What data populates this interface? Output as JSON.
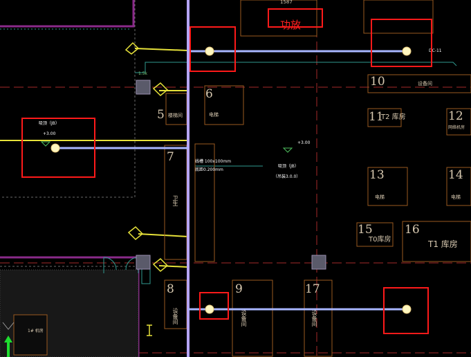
{
  "top_label": "功放",
  "top_partial_label": "1587",
  "rooms": [
    {
      "id": "r5",
      "number": "5",
      "name": "楼梯间"
    },
    {
      "id": "r6",
      "number": "6",
      "name": "电梯"
    },
    {
      "id": "r7",
      "number": "7",
      "name": "卫生"
    },
    {
      "id": "r8",
      "number": "8",
      "name": "设备间"
    },
    {
      "id": "r9",
      "number": "9",
      "name": "设备间"
    },
    {
      "id": "r10",
      "number": "10",
      "name": "设备间"
    },
    {
      "id": "r11",
      "number": "11",
      "name": "T2 库房"
    },
    {
      "id": "r12",
      "number": "12",
      "name": "网络机房"
    },
    {
      "id": "r13",
      "number": "13",
      "name": "电梯"
    },
    {
      "id": "r14",
      "number": "14",
      "name": "电梯"
    },
    {
      "id": "r15",
      "number": "15",
      "name": "T0库房"
    },
    {
      "id": "r16",
      "number": "16",
      "name": "T1 库房"
    },
    {
      "id": "r17",
      "number": "17",
      "name": "设备间"
    }
  ],
  "annotations": {
    "duct_spec": "线槽 100x100mm",
    "duct_height": "底距0.200mm",
    "speaker_left": "吸顶（JB）",
    "speaker_left_height": "+3.00",
    "speaker_mid": "吸顶（JB）",
    "speaker_mid_height": "（吊装3.0.0）",
    "elev_mark": "+3.00",
    "code_top_right": "DC-11",
    "small_code": "1.5k",
    "bottom_left": "1# 机房"
  },
  "colors": {
    "background": "#000000",
    "riser": "#b6a5ff",
    "cable": "#a8b6ff",
    "yellow_line": "#e7e23a",
    "room_border": "#9a5a1f",
    "axis_line": "#a62a2a",
    "highlight": "#ff1a1a"
  }
}
